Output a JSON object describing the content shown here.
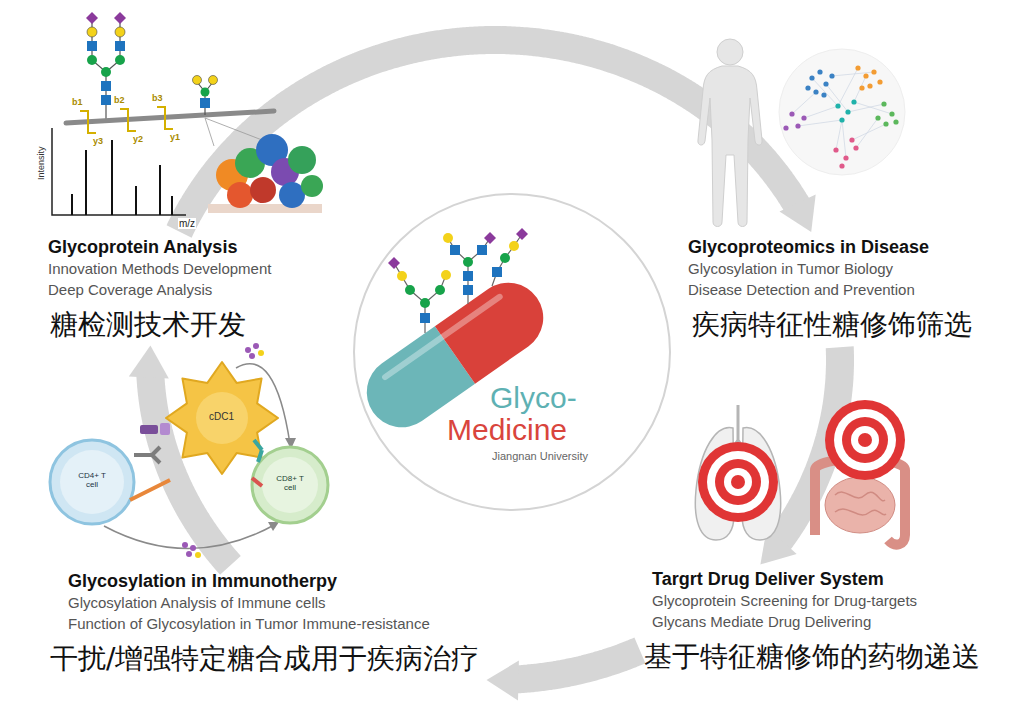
{
  "diagram": {
    "nodes": [
      {
        "text": [
          "Glycoprotein Analysis",
          "Innovation Methods Development",
          "Deep Coverage Analysis",
          "糖检测技术开发"
        ]
      },
      {
        "text": [
          "Glycoproteomics in Disease",
          "Glycosylation in Tumor Biology",
          "Disease Detection and Prevention",
          "疾病特征性糖修饰筛选"
        ]
      },
      {
        "text": [
          "Glyco-",
          "Medicine",
          "Jiangnan University"
        ]
      },
      {
        "text": [
          "Glycosylation in Immunotherpy",
          "Glycosylation Analysis of Immune cells",
          "Function of Glycosylation in Tumor Immune-resistance",
          "干扰/增强特定糖合成用于疾病治疗"
        ]
      },
      {
        "text": [
          "Targrt Drug Deliver System",
          "Glycoprotein Screening for Drug-targets",
          "Glycans Mediate Drug Delivering",
          "基于特征糖修饰的药物递送"
        ]
      }
    ],
    "edges": [
      {
        "from": 0,
        "to": 1,
        "arrow": "to"
      },
      {
        "from": 1,
        "to": 4,
        "arrow": "to"
      },
      {
        "from": 4,
        "to": 3,
        "arrow": "to"
      },
      {
        "from": 3,
        "to": 0,
        "arrow": "to"
      }
    ],
    "labels": [
      "b1",
      "b2",
      "b3",
      "y3",
      "y2",
      "y1",
      "Intensity",
      "m/z",
      "CD4+ T cell",
      "cDC1",
      "CD8+ T cell"
    ]
  }
}
